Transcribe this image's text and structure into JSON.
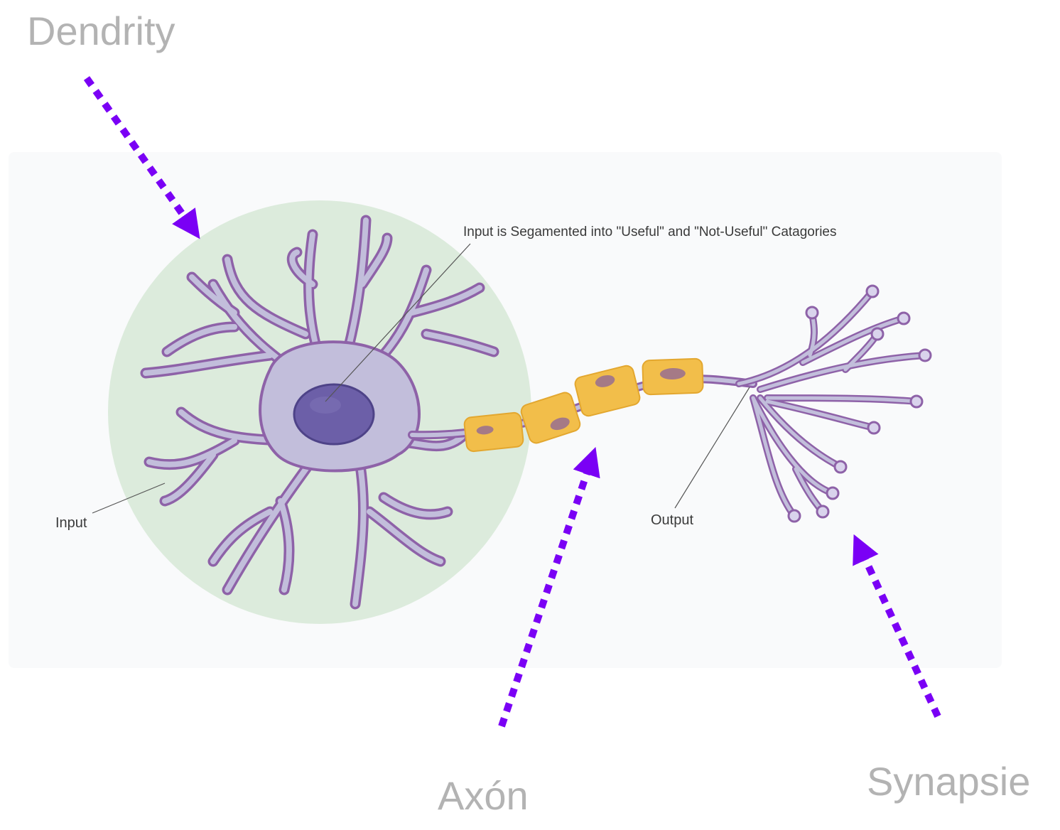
{
  "labels": {
    "dendrity": "Dendrity",
    "axon": "Axón",
    "synapsie": "Synapsie"
  },
  "figure": {
    "input_label": "Input",
    "output_label": "Output",
    "nucleus_caption": "Input is Segamented into \"Useful\" and \"Not-Useful\" Catagories"
  },
  "colors": {
    "arrow": "#7a00f5",
    "label_gray": "#b3b3b3",
    "halo": "#dcebdc",
    "membrane": "#8e62a8",
    "cytoplasm": "#c2bedb",
    "nucleus": "#6c5fa8",
    "myelin": "#f2be4a",
    "myelin_nucleus": "#a57a86"
  },
  "icons": [
    "dotted-arrow-icon"
  ]
}
